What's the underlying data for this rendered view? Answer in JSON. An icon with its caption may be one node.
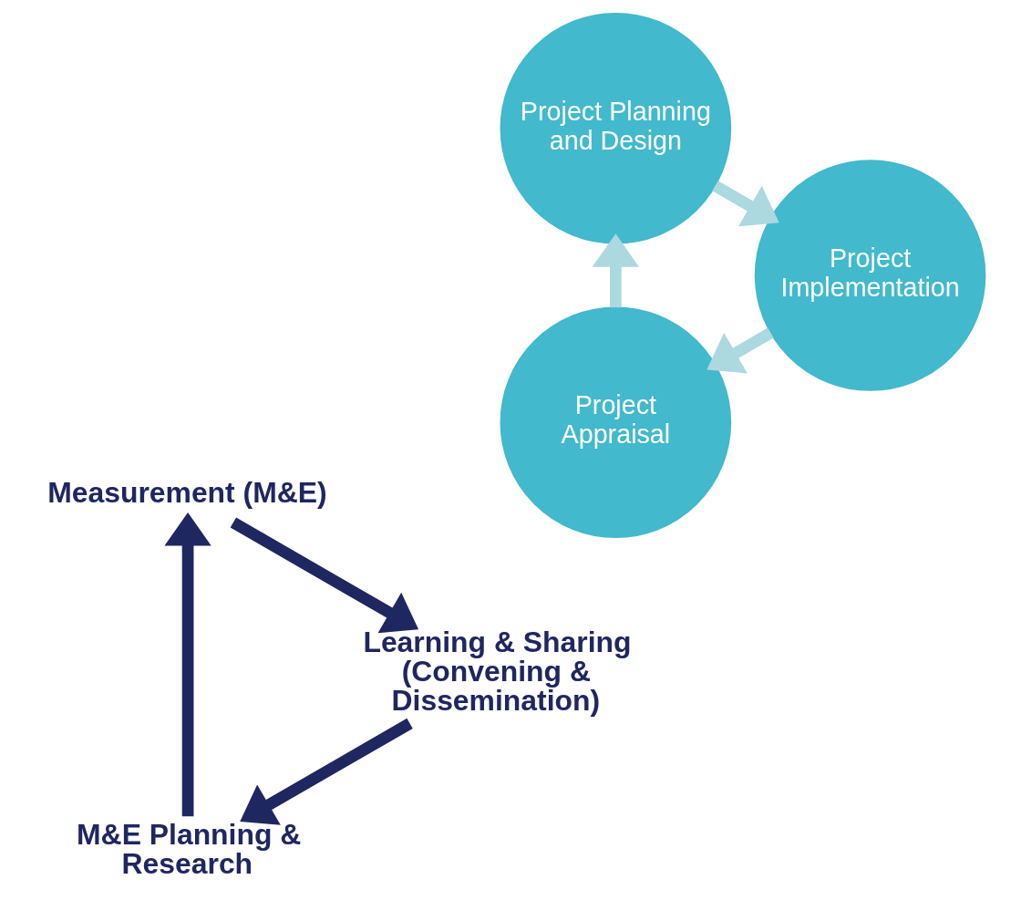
{
  "diagram": {
    "nodes": [
      {
        "text": [
          "M&E Planning & Research"
        ]
      },
      {
        "text": [
          "Learning & Sharing (Convening & Dissemination)"
        ]
      },
      {
        "text": [
          "Project Appraisal"
        ]
      },
      {
        "text": [
          "Project Planning and Design"
        ]
      },
      {
        "text": [
          "Project Implementation"
        ]
      },
      {
        "text": [
          "Measurement (M&E)"
        ]
      }
    ],
    "edges": [
      {
        "from": 1,
        "to": 0,
        "arrow": "to",
        "color": "#1f2761"
      },
      {
        "from": 0,
        "to": 5,
        "arrow": "to",
        "color": "#1f2761"
      },
      {
        "from": 5,
        "to": 1,
        "arrow": "to",
        "color": "#1f2761"
      },
      {
        "from": 2,
        "to": 3,
        "arrow": "to",
        "color": "#acd8e0"
      },
      {
        "from": 3,
        "to": 4,
        "arrow": "to",
        "color": "#acd8e0"
      },
      {
        "from": 4,
        "to": 2,
        "arrow": "to",
        "color": "#acd8e0"
      }
    ]
  }
}
